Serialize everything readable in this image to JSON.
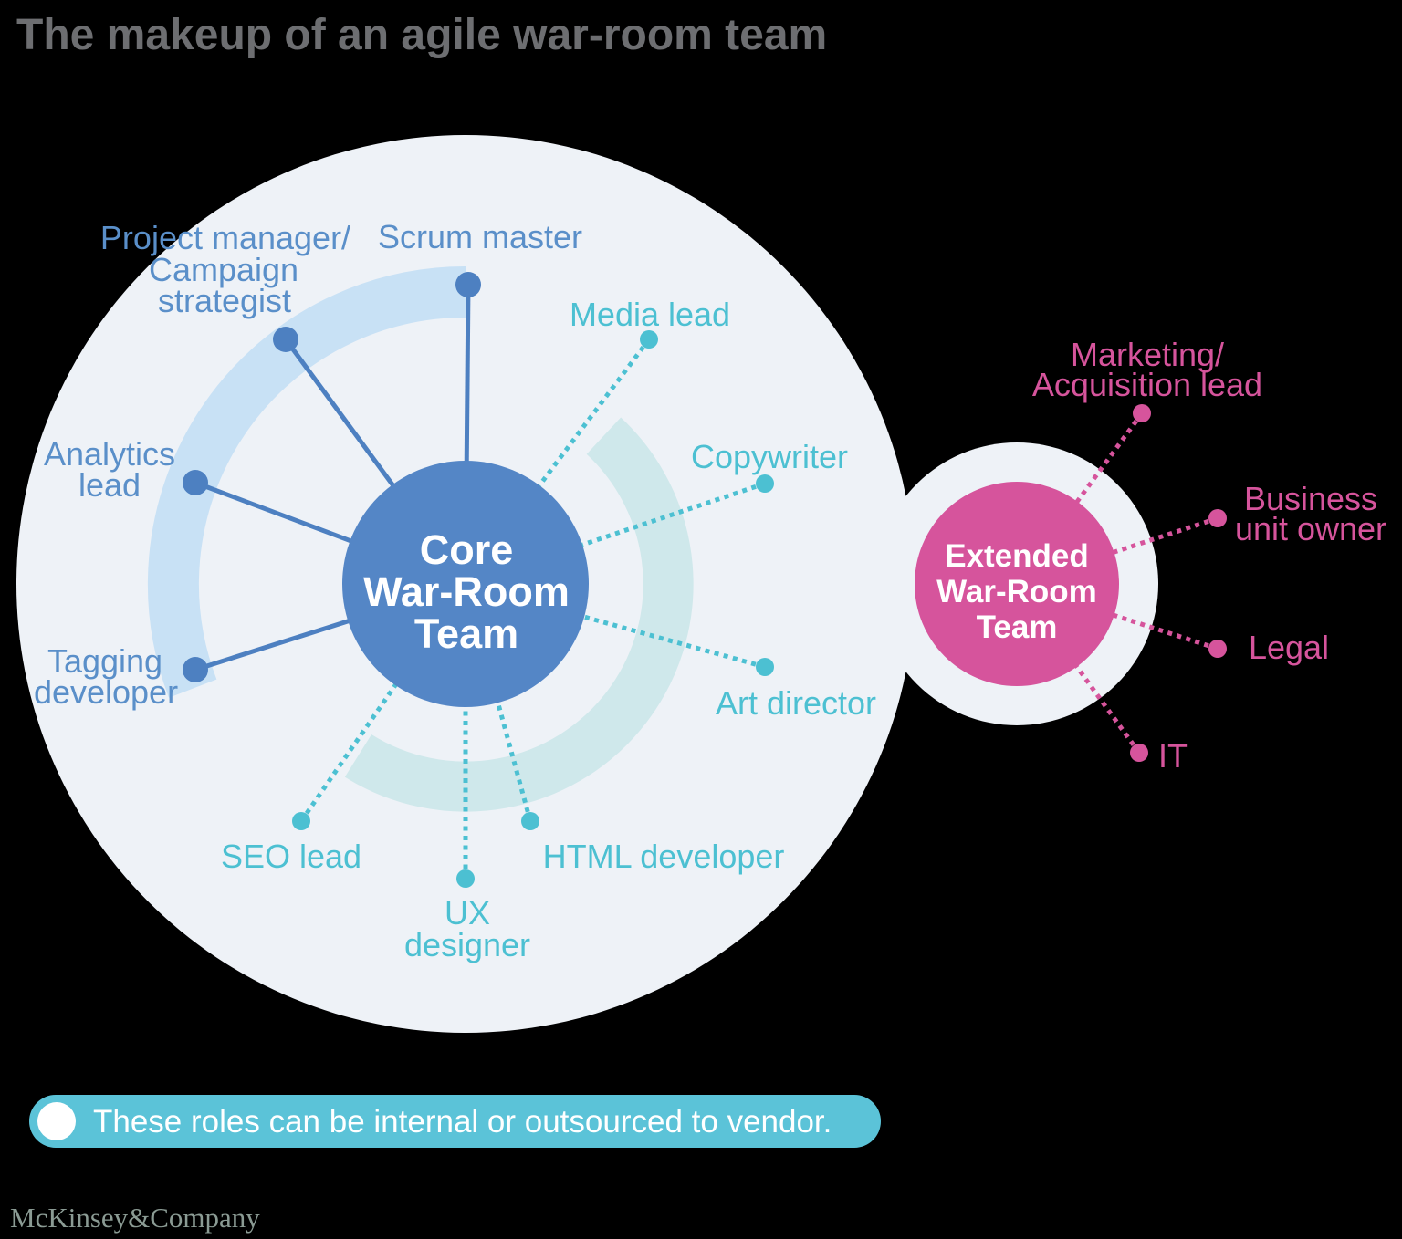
{
  "title": "The makeup of an agile war-room team",
  "logo_text": "McKinsey&Company",
  "colors": {
    "bg": "#000000",
    "light": "#eef2f7",
    "blue-core": "#5486c6",
    "blue-line": "#4d80c1",
    "blue-label": "#5a8fc9",
    "band-blue": "#c8e1f5",
    "band-teal": "#cfe8eb",
    "teal": "#4cc0d2",
    "pink": "#d6549c",
    "pill": "#5bc3d8",
    "title-color": "#6d6e71",
    "logo-color": "#8b9b94"
  },
  "core": {
    "label_lines": [
      "Core",
      "War-Room",
      "Team"
    ],
    "solid_spokes": [
      {
        "name": "scrum-master",
        "lines": [
          "Scrum master"
        ]
      },
      {
        "name": "project-manager",
        "lines": [
          "Project manager/",
          "Campaign",
          "strategist"
        ]
      },
      {
        "name": "analytics-lead",
        "lines": [
          "Analytics",
          "lead"
        ]
      },
      {
        "name": "tagging-developer",
        "lines": [
          "Tagging",
          "developer"
        ]
      }
    ],
    "dotted_spokes": [
      {
        "name": "media-lead",
        "lines": [
          "Media lead"
        ]
      },
      {
        "name": "copywriter",
        "lines": [
          "Copywriter"
        ]
      },
      {
        "name": "art-director",
        "lines": [
          "Art director"
        ]
      },
      {
        "name": "html-developer",
        "lines": [
          "HTML developer"
        ]
      },
      {
        "name": "ux-designer",
        "lines": [
          "UX",
          "designer"
        ]
      },
      {
        "name": "seo-lead",
        "lines": [
          "SEO lead"
        ]
      }
    ]
  },
  "extended": {
    "label_lines": [
      "Extended",
      "War-Room",
      "Team"
    ],
    "spokes": [
      {
        "name": "marketing-acquisition-lead",
        "lines": [
          "Marketing/",
          "Acquisition lead"
        ]
      },
      {
        "name": "business-unit-owner",
        "lines": [
          "Business",
          "unit owner"
        ]
      },
      {
        "name": "legal",
        "lines": [
          "Legal"
        ]
      },
      {
        "name": "it",
        "lines": [
          "IT"
        ]
      }
    ]
  },
  "footnote": {
    "text": "These roles can be internal or outsourced to vendor."
  }
}
